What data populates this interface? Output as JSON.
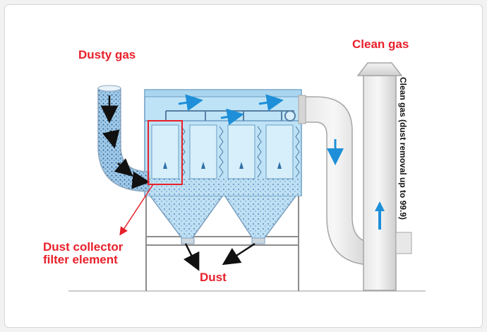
{
  "labels": {
    "dusty_gas": "Dusty gas",
    "clean_gas": "Clean gas",
    "clean_gas_vertical": "Clean gas (dust removal up to 99.9)",
    "filter_element_line1": "Dust collector",
    "filter_element_line2": "filter element",
    "dust": "Dust"
  },
  "colors": {
    "label_red": "#e8202a",
    "housing_blue": "#bfe3f6",
    "filter_blue": "#d7effa",
    "flow_arrow": "#1e8fd8",
    "duct_gray": "#dcdcdc",
    "highlight_box": "#e8202a"
  },
  "icons": {
    "dust_arrow": "black-arrow-icon",
    "flow_arrow": "blue-arrow-icon"
  }
}
